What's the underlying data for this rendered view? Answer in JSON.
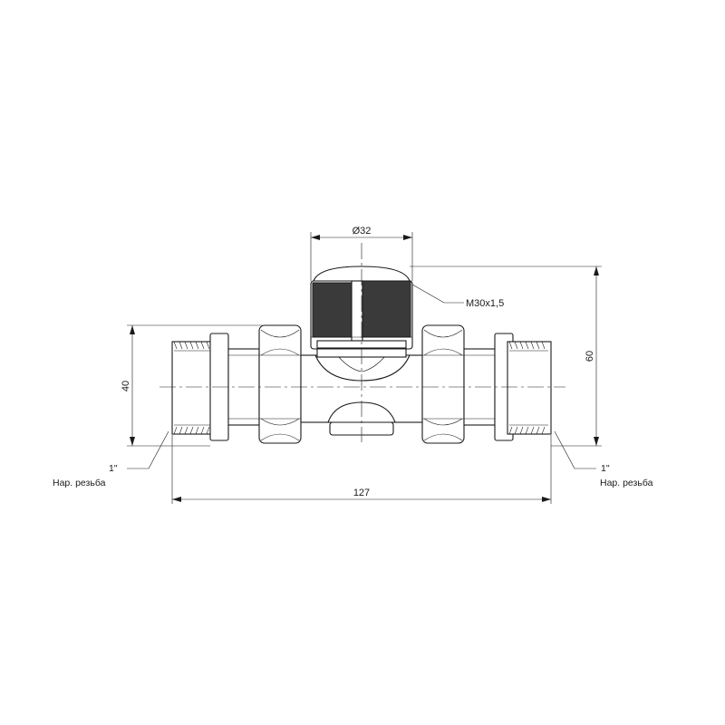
{
  "dimensions": {
    "cap_diameter": "Ø32",
    "cap_thread": "M30x1,5",
    "height": "60",
    "thread_height": "40",
    "overall_length": "127"
  },
  "callouts": {
    "left": {
      "size": "1\"",
      "label": "Нар. резьба"
    },
    "right": {
      "size": "1\"",
      "label": "Нар. резьба"
    }
  }
}
